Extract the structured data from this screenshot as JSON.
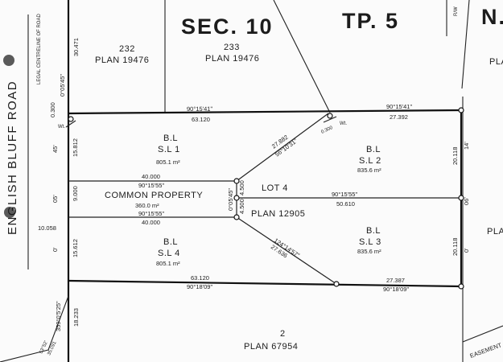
{
  "header": {
    "section": "SEC. 10",
    "township": "TP. 5",
    "corner": "N.",
    "rw": "R/W"
  },
  "road": {
    "name": "ENGLISH BLUFF ROAD",
    "centreline": "LEGAL CENTRELINE OF ROAD",
    "widths": [
      "0.300",
      "45'",
      "05'",
      "10.058",
      "0'",
      "15.612",
      "9.000",
      "15.812"
    ],
    "bearing_top": "0°05'45\"",
    "dist_top": "30.471",
    "bearing_bottom": "359°0'5'25\"",
    "dist_bottom": "18.233",
    "corner_bearing": "53°52'",
    "corner_dist": "35.091"
  },
  "parcels": {
    "p232": {
      "num": "232",
      "plan": "PLAN 19476"
    },
    "p233": {
      "num": "233",
      "plan": "PLAN 19476"
    },
    "p2": {
      "num": "2",
      "plan": "PLAN 67954"
    },
    "east_top": "PLA",
    "east_bottom": "PLA",
    "easement": "EASEMENT"
  },
  "lots": {
    "sl1": {
      "bl": "B.L",
      "sl": "S.L 1",
      "area": "805.1 m²"
    },
    "sl2": {
      "bl": "B.L",
      "sl": "S.L 2",
      "area": "835.6 m²"
    },
    "sl3": {
      "bl": "B.L",
      "sl": "S.L 3",
      "area": "835.6 m²"
    },
    "sl4": {
      "bl": "B.L",
      "sl": "S.L 4",
      "area": "805.1 m²"
    },
    "common": {
      "label": "COMMON PROPERTY",
      "area": "360.0 m²"
    },
    "lot": "LOT 4",
    "plan": "PLAN 12905"
  },
  "dims": {
    "north_brg_1": "90°15'41\"",
    "north_dist_1": "63.120",
    "north_brg_2": "90°15'41\"",
    "north_dist_2": "27.392",
    "cp_top_dist": "40.000",
    "cp_top_brg": "90°15'55\"",
    "cp_bot_brg": "90°15'55\"",
    "cp_bot_dist": "40.000",
    "mid_brg": "90°15'55\"",
    "mid_dist": "50.610",
    "diag_up_dist": "27.882",
    "diag_up_brg": "56°10'31\"",
    "diag_dn_brg": "124°14'57\"",
    "diag_dn_dist": "27.636",
    "south_dist_1": "63.120",
    "south_brg_1": "90°18'09\"",
    "south_dist_2": "27.387",
    "south_brg_2": "90°18'09\"",
    "east_top": "20.118",
    "east_bot": "20.118",
    "east_deg_1": "14'",
    "east_deg_2": "06'",
    "east_deg_3": "0'",
    "cp_east_brg": "0°05'45\"",
    "cp_east_a": "4.500",
    "cp_east_b": "4.500",
    "wt_dist": "0.300",
    "wt_label": "Wt.",
    "wt_left": "Wt."
  }
}
